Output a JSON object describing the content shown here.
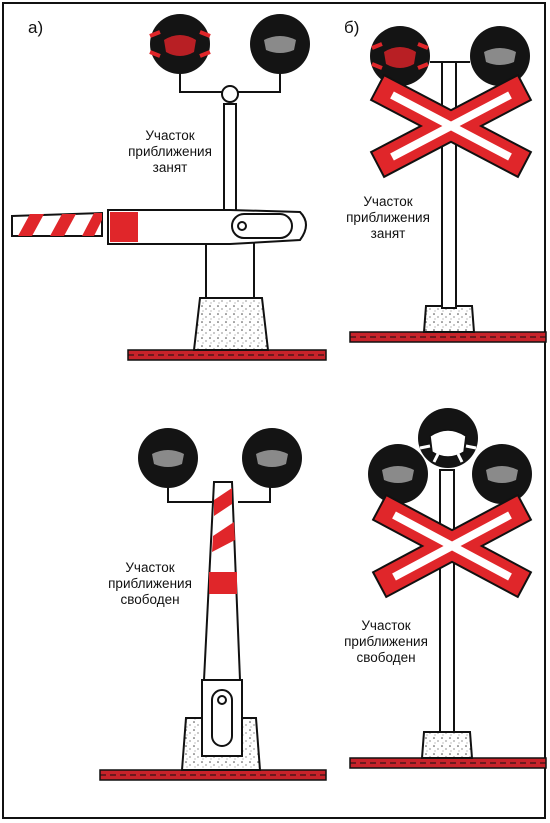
{
  "panels": {
    "a": {
      "label": "а)",
      "caption_top": [
        "Участок",
        "приближения",
        "занят"
      ],
      "caption_bottom": [
        "Участок",
        "приближения",
        "свободен"
      ]
    },
    "b": {
      "label": "б)",
      "caption_top": [
        "Участок",
        "приближения",
        "занят"
      ],
      "caption_bottom": [
        "Участок",
        "приближения",
        "свободен"
      ]
    }
  },
  "colors": {
    "signal_red": "#e0262a",
    "lamp_black": "#141414",
    "lens_grey": "#8a8a8a",
    "ground_red": "#c8232a",
    "outline": "#111111",
    "white": "#ffffff"
  }
}
